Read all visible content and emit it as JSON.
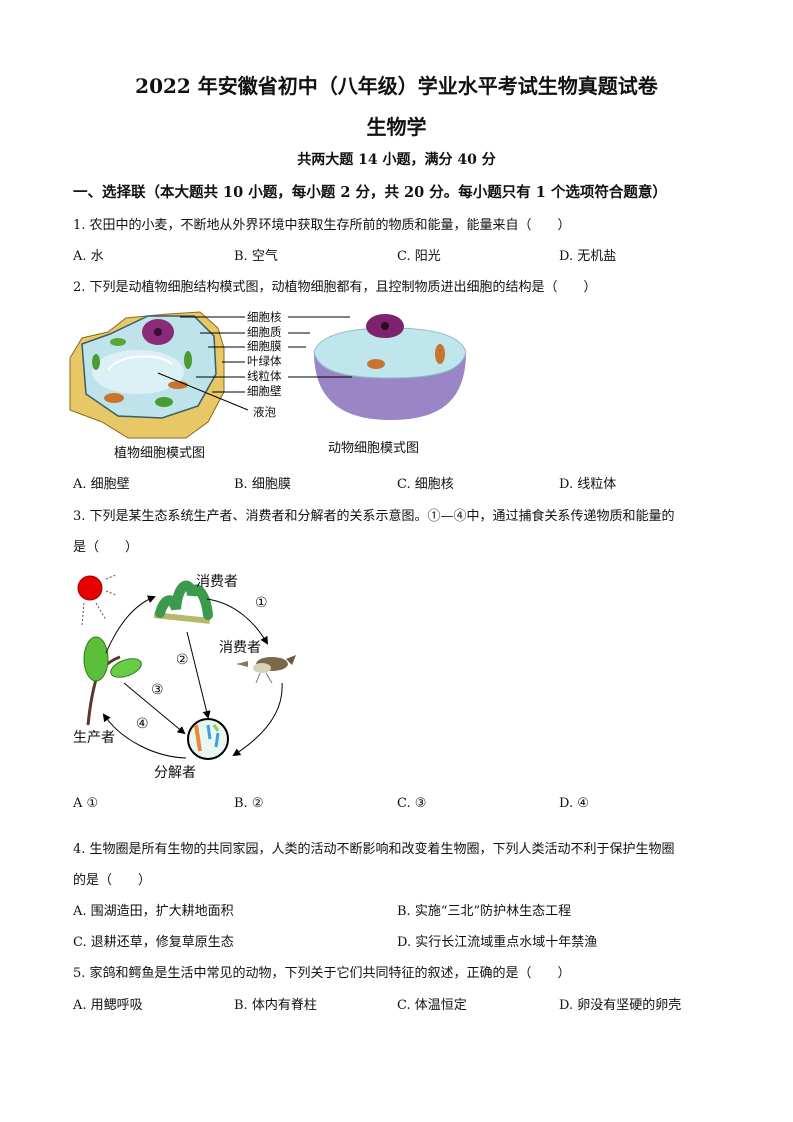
{
  "header": {
    "title": "2022 年安徽省初中（八年级）学业水平考试生物真题试卷",
    "subject": "生物学",
    "summary": "共两大题 14 小题，满分 40 分"
  },
  "section1": {
    "heading": "一、选择联（本大题共 10 小题，每小题 2 分，共 20 分。每小题只有 1 个选项符合题意）"
  },
  "questions": [
    {
      "stem": "1. 农田中的小麦，不断地从外界环境中获取生存所前的物质和能量，能量来自（　　）",
      "options": [
        "A. 水",
        "B. 空气",
        "C. 阳光",
        "D. 无机盐"
      ]
    },
    {
      "stem": "2. 下列是动植物细胞结构模式图，动植物细胞都有，且控制物质进出细胞的结构是（　　）",
      "figure": {
        "labels": [
          "细胞核",
          "细胞质",
          "细胞膜",
          "叶绿体",
          "线粒体",
          "细胞壁",
          "液泡"
        ],
        "plant_caption": "植物细胞模式图",
        "animal_caption": "动物细胞模式图"
      },
      "options": [
        "A.  细胞壁",
        "B.  细胞膜",
        "C.  细胞核",
        "D.  线粒体"
      ]
    },
    {
      "stem_line1": "3. 下列是某生态系统生产者、消费者和分解者的关系示意图。①—④中，通过捕食关系传递物质和能量的",
      "stem_line2": "是（　　）",
      "figure": {
        "consumer1": "消费者",
        "consumer2": "消费者",
        "producer": "生产者",
        "decomposer": "分解者",
        "arrows": [
          "①",
          "②",
          "③",
          "④"
        ]
      },
      "options": [
        "A  ①",
        "B.  ②",
        "C.  ③",
        "D.  ④"
      ]
    },
    {
      "stem_line1": "4. 生物圈是所有生物的共同家园，人类的活动不断影响和改变着生物圈，下列人类活动不利于保护生物圈",
      "stem_line2": "的是（　　）",
      "options": [
        "A.  围湖造田，扩大耕地面积",
        "B.  实施“三北”防护林生态工程",
        "C.  退耕还草，修复草原生态",
        "D.  实行长江流域重点水域十年禁渔"
      ]
    },
    {
      "stem": "5. 家鸽和鳄鱼是生活中常见的动物，下列关于它们共同特征的叙述，正确的是（　　）",
      "options": [
        "A.  用鳃呼吸",
        "B.  体内有脊柱",
        "C.  体温恒定",
        "D.  卵没有坚硬的卵壳"
      ]
    }
  ]
}
